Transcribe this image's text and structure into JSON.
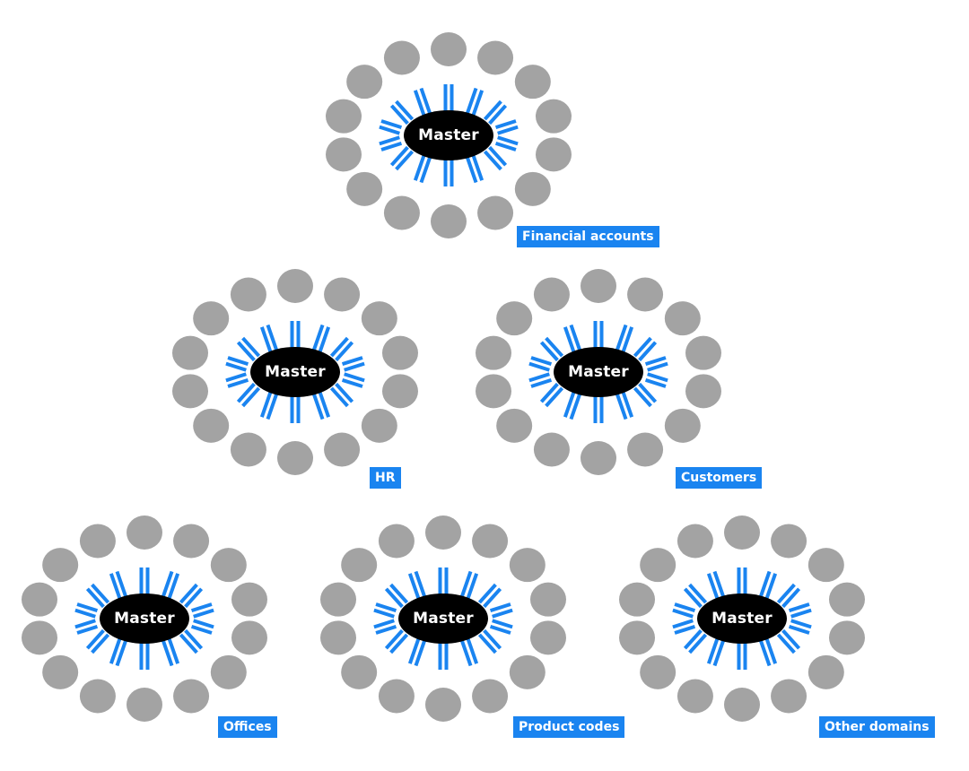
{
  "colors": {
    "node": "#a3a3a3",
    "connector": "#1a84f0",
    "master": "#000000",
    "tag_bg": "#1a84f0",
    "tag_text": "#ffffff"
  },
  "clusters": [
    {
      "master_label": "Master",
      "domain": "Financial accounts"
    },
    {
      "master_label": "Master",
      "domain": "HR"
    },
    {
      "master_label": "Master",
      "domain": "Customers"
    },
    {
      "master_label": "Master",
      "domain": "Offices"
    },
    {
      "master_label": "Master",
      "domain": "Product codes"
    },
    {
      "master_label": "Master",
      "domain": "Other domains"
    }
  ]
}
